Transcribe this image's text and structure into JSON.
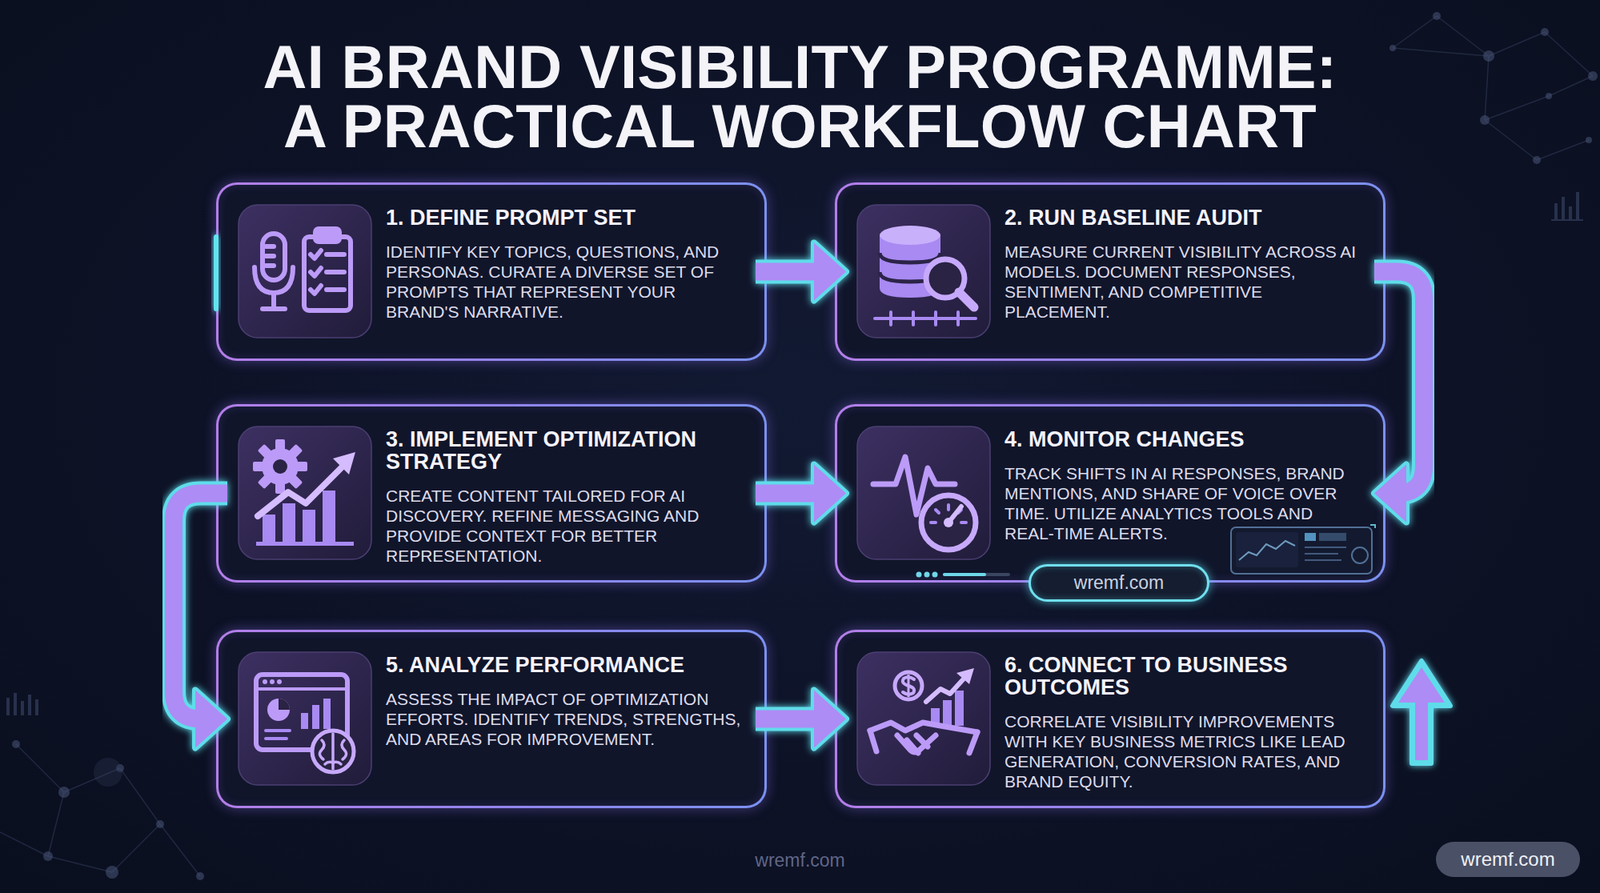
{
  "diagram": {
    "title": "AI BRAND VISIBILITY PROGRAMME: A PRACTICAL WORKFLOW CHART",
    "nodes": [
      {
        "text": [
          "1. DEFINE PROMPT SET",
          "IDENTIFY KEY TOPICS, QUESTIONS, AND PERSONAS. CURATE A DIVERSE SET OF PROMPTS THAT REPRESENT YOUR BRAND'S NARRATIVE."
        ]
      },
      {
        "text": [
          "2. RUN BASELINE AUDIT",
          "MEASURE CURRENT VISIBILITY ACROSS AI MODELS. DOCUMENT RESPONSES, SENTIMENT, AND COMPETITIVE PLACEMENT."
        ]
      },
      {
        "text": [
          "3. IMPLEMENT OPTIMIZATION STRATEGY",
          "CREATE CONTENT TAILORED FOR AI DISCOVERY. REFINE MESSAGING AND PROVIDE CONTEXT FOR BETTER REPRESENTATION."
        ]
      },
      {
        "text": [
          "4. MONITOR CHANGES",
          "TRACK SHIFTS IN AI RESPONSES, BRAND MENTIONS, AND SHARE OF VOICE OVER TIME. UTILIZE ANALYTICS TOOLS AND REAL-TIME ALERTS."
        ]
      },
      {
        "text": [
          "5. ANALYZE PERFORMANCE",
          "ASSESS THE IMPACT OF OPTIMIZATION EFFORTS. IDENTIFY TRENDS, STRENGTHS, AND AREAS FOR IMPROVEMENT."
        ]
      },
      {
        "text": [
          "6. CONNECT TO BUSINESS OUTCOMES",
          "CORRELATE VISIBILITY IMPROVEMENTS WITH KEY BUSINESS METRICS LIKE LEAD GENERATION, CONVERSION RATES, AND BRAND EQUITY."
        ]
      }
    ],
    "edges": [
      {
        "from": 0,
        "to": 1,
        "arrow": "to"
      },
      {
        "from": 1,
        "to": 3,
        "arrow": "to"
      },
      {
        "from": 2,
        "to": 3,
        "arrow": "to"
      },
      {
        "from": 2,
        "to": 4,
        "arrow": "to"
      },
      {
        "from": 4,
        "to": 5,
        "arrow": "to"
      }
    ],
    "labels": [
      "wremf.com",
      "wremf.com",
      "wremf.com"
    ]
  }
}
